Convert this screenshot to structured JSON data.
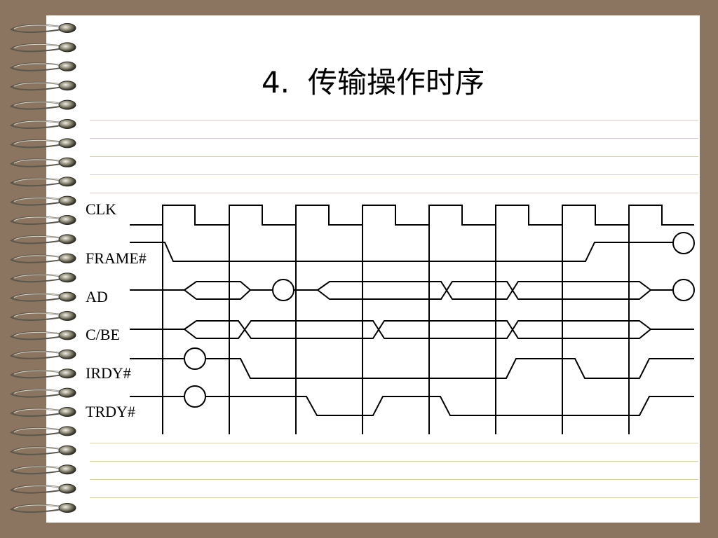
{
  "slide": {
    "title_number": "4.",
    "title_text": "传输操作时序"
  },
  "diagram": {
    "type": "timing-diagram",
    "signals": [
      {
        "id": "clk",
        "label": "CLK"
      },
      {
        "id": "frame",
        "label": "FRAME#"
      },
      {
        "id": "ad",
        "label": "AD"
      },
      {
        "id": "cbe",
        "label": "C/BE"
      },
      {
        "id": "irdy",
        "label": "IRDY#"
      },
      {
        "id": "trdy",
        "label": "TRDY#"
      }
    ],
    "clock_cycles": 8
  },
  "colors": {
    "frame_background": "#8b7560",
    "paper": "#ffffff",
    "ruled_lines": "#d8d3a8",
    "waveform": "#000000"
  },
  "icons": [
    "spiral-binding-ring"
  ]
}
